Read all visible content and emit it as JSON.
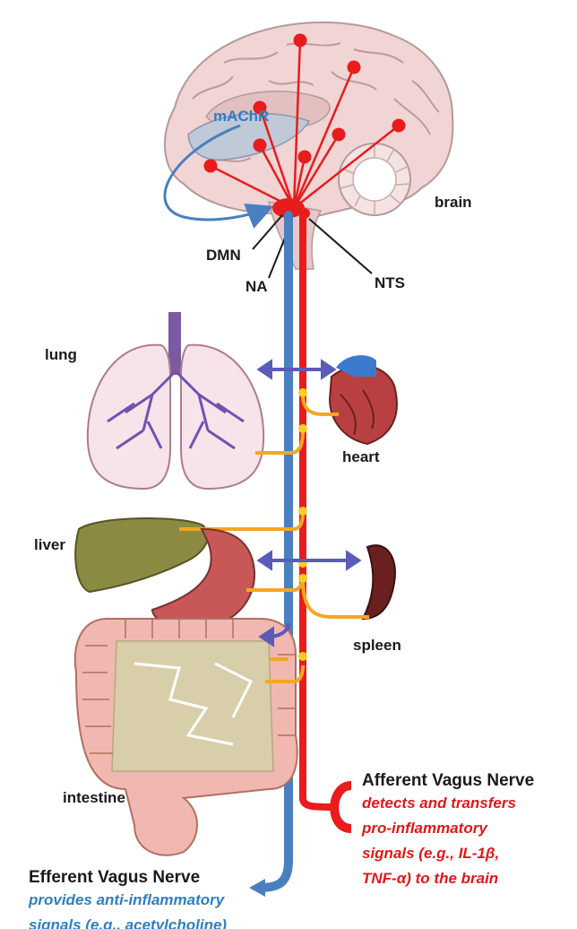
{
  "colors": {
    "afferent": "#e81c1c",
    "efferent": "#4a7fc0",
    "sensory_branch": "#f5a623",
    "anti_inflammatory_arrow": "#5b5bb8"
  },
  "brain": {
    "receptor_label": "mAChR",
    "label": "brain",
    "nuclei": {
      "dmn": "DMN",
      "na": "NA",
      "nts": "NTS"
    }
  },
  "organs": {
    "lung": "lung",
    "heart": "heart",
    "liver": "liver",
    "spleen": "spleen",
    "intestine": "intestine"
  },
  "afferent": {
    "title": "Afferent Vagus Nerve",
    "description": [
      "detects and transfers",
      "pro-inflammatory",
      "signals (e.g., IL-1β,",
      "TNF-α) to the brain"
    ]
  },
  "efferent": {
    "title": "Efferent Vagus Nerve",
    "description": [
      "provides anti-inflammatory",
      "signals (e.g., acetylcholine)"
    ]
  }
}
